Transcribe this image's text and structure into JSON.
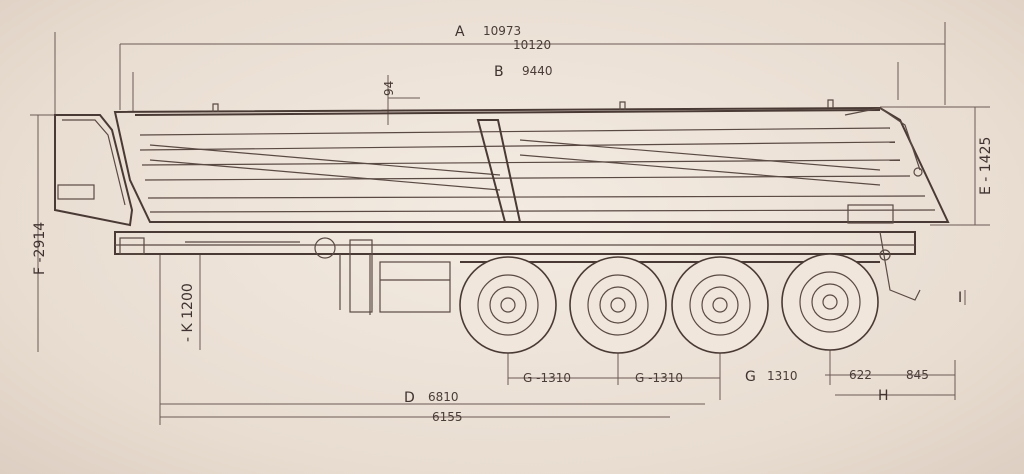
{
  "dimensions": {
    "A": {
      "letter": "A",
      "value": "10973"
    },
    "A2": {
      "value": "10120"
    },
    "B": {
      "letter": "B",
      "value": "9440"
    },
    "top_offset": {
      "value": "94"
    },
    "E": {
      "text": "E - 1425"
    },
    "F": {
      "text": "F -2914"
    },
    "K": {
      "text": "- K 1200"
    },
    "G1": {
      "text": "G -1310"
    },
    "G2": {
      "text": "G -1310"
    },
    "G3": {
      "letter": "G",
      "value": "1310"
    },
    "r1": {
      "value": "622"
    },
    "r2": {
      "value": "845"
    },
    "H": {
      "letter": "H"
    },
    "D": {
      "letter": "D",
      "value": "6810"
    },
    "D2": {
      "value": "6155"
    },
    "I": {
      "letter": "I"
    }
  },
  "colors": {
    "background": "#ece1d6",
    "line": "#5a4a44"
  }
}
